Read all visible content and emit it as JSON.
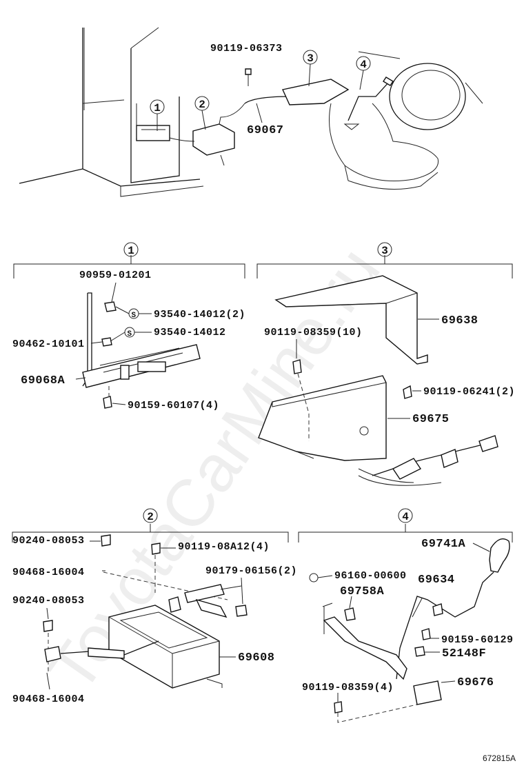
{
  "watermark": "ToyotaCarMine.ru",
  "reference_code": "672815A",
  "overview": {
    "callouts": [
      "1",
      "2",
      "3",
      "4"
    ],
    "labels": {
      "bolt": "90119-06373",
      "cable": "69067"
    }
  },
  "sections": [
    {
      "id": "1",
      "labels": [
        "90959-01201",
        "93540-14012(2)",
        "93540-14012",
        "90462-10101",
        "69068A",
        "90159-60107(4)"
      ],
      "screw_mark": "S"
    },
    {
      "id": "3",
      "labels": [
        "69638",
        "90119-08359(10)",
        "90119-06241(2)",
        "69675"
      ]
    },
    {
      "id": "2",
      "labels": [
        "90240-08053",
        "90119-08A12(4)",
        "90468-16004",
        "90179-06156(2)",
        "90240-08053",
        "69608",
        "90468-16004"
      ]
    },
    {
      "id": "4",
      "labels": [
        "69741A",
        "96160-00600",
        "69634",
        "69758A",
        "90159-60129",
        "52148F",
        "90119-08359(4)",
        "69676"
      ]
    }
  ]
}
